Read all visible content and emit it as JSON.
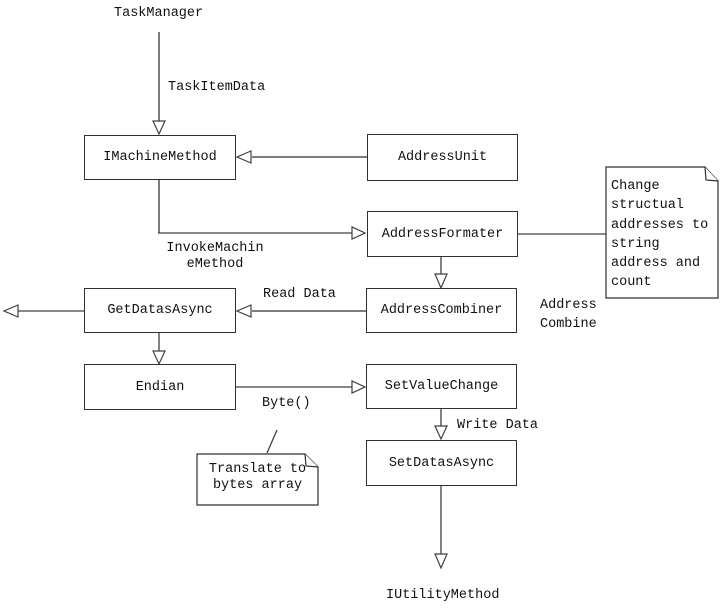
{
  "diagram": {
    "nodes": {
      "task_manager": "TaskManager",
      "imachine_method": "IMachineMethod",
      "address_unit": "AddressUnit",
      "address_formater": "AddressFormater",
      "address_combiner": "AddressCombiner",
      "get_datas_async": "GetDatasAsync",
      "endian": "Endian",
      "set_value_change": "SetValueChange",
      "set_datas_async": "SetDatasAsync",
      "iutility_method": "IUtilityMethod"
    },
    "edge_labels": {
      "task_item_data": "TaskItemData",
      "invoke_machine_method": "InvokeMachin\neMethod",
      "read_data": "Read Data",
      "address_combine": "Address\nCombine",
      "byte": "Byte()",
      "write_data": "Write Data"
    },
    "notes": {
      "change_structual": "Change\nstructual\naddresses to\nstring\naddress and\ncount",
      "translate_bytes": "Translate to\nbytes array"
    },
    "edges": [
      {
        "from": "TaskManager",
        "to": "IMachineMethod",
        "label": "TaskItemData"
      },
      {
        "from": "AddressUnit",
        "to": "IMachineMethod",
        "label": ""
      },
      {
        "from": "IMachineMethod",
        "to": "AddressFormater",
        "label": "InvokeMachineMethod"
      },
      {
        "from": "AddressFormater",
        "to": "note-change-structual",
        "label": ""
      },
      {
        "from": "AddressFormater",
        "to": "AddressCombiner",
        "label": "Address Combine"
      },
      {
        "from": "AddressCombiner",
        "to": "GetDatasAsync",
        "label": "Read Data"
      },
      {
        "from": "GetDatasAsync",
        "to": "left-edge",
        "label": ""
      },
      {
        "from": "GetDatasAsync",
        "to": "Endian",
        "label": ""
      },
      {
        "from": "Endian",
        "to": "SetValueChange",
        "label": "Byte()"
      },
      {
        "from": "SetValueChange",
        "to": "SetDatasAsync",
        "label": "Write Data"
      },
      {
        "from": "SetDatasAsync",
        "to": "IUtilityMethod",
        "label": ""
      },
      {
        "from": "note-translate-bytes",
        "to": "Byte()",
        "label": ""
      }
    ],
    "colors": {
      "background": "#ffffff",
      "box_fill": "#ffffff",
      "box_border": "#303030",
      "line_gray": "#7d7d7d",
      "line_dark": "#404040",
      "text": "#111111"
    }
  }
}
